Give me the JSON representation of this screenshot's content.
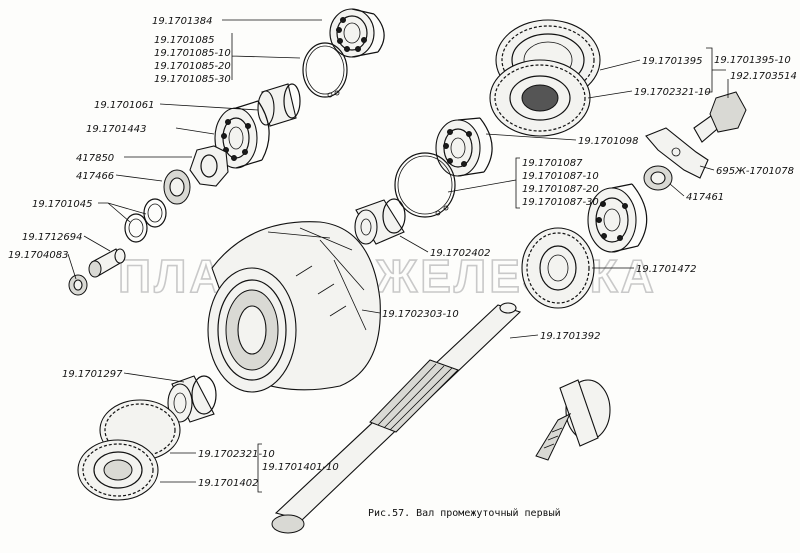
{
  "watermark": "ПЛАНЕТА ЖЕЛЕЗЯКА",
  "caption": "Рис.57. Вал промежуточный первый",
  "labels": {
    "l1384": "19.1701384",
    "l1085": "19.1701085",
    "l1085_10": "19.1701085-10",
    "l1085_20": "19.1701085-20",
    "l1085_30": "19.1701085-30",
    "l1061": "19.1701061",
    "l1443": "19.1701443",
    "l417850": "417850",
    "l417466": "417466",
    "l1045": "19.1701045",
    "l2694": "19.1712694",
    "l4083": "19.1704083",
    "l1395": "19.1701395",
    "l2321_10a": "19.1702321-10",
    "l1395_10": "19.1701395-10",
    "l3514": "192.1703514",
    "l1098": "19.1701098",
    "l1078": "695Ж-1701078",
    "l1087": "19.1701087",
    "l1087_10": "19.1701087-10",
    "l1087_20": "19.1701087-20",
    "l1087_30": "19.1701087-30",
    "l417461": "417461",
    "l2402": "19.1702402",
    "l1472": "19.1701472",
    "l2303": "19.1702303-10",
    "l1392": "19.1701392",
    "l1297": "19.1701297",
    "l2321_10b": "19.1702321-10",
    "l1401_10": "19.1701401-10",
    "l1402": "19.1701402"
  }
}
